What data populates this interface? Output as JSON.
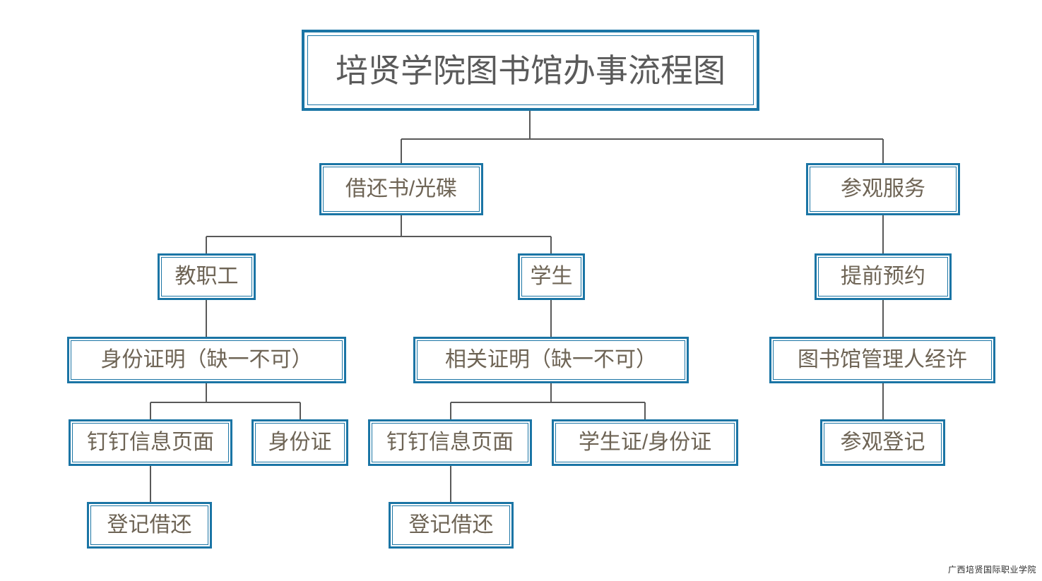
{
  "diagram": {
    "title": "培贤学院图书馆办事流程图",
    "watermark": "广西培贤国际职业学院",
    "colors": {
      "border": "#1b75a5",
      "connector": "#595959",
      "title_text": "#5a5a5a",
      "node_text": "#6e6455",
      "background": "#ffffff"
    },
    "nodes": {
      "root": "培贤学院图书馆办事流程图",
      "branch_lending": "借还书/光碟",
      "branch_visiting": "参观服务",
      "staff": "教职工",
      "student": "学生",
      "appointment": "提前预约",
      "staff_proof": "身份证明（缺一不可）",
      "student_proof": "相关证明（缺一不可）",
      "librarian_permission": "图书馆管理人经许",
      "staff_dingtalk": "钉钉信息页面",
      "staff_id_card": "身份证",
      "student_dingtalk": "钉钉信息页面",
      "student_id_card": "学生证/身份证",
      "visit_register": "参观登记",
      "staff_borrow_register": "登记借还",
      "student_borrow_register": "登记借还"
    }
  },
  "chart_data": {
    "type": "diagram",
    "title": "培贤学院图书馆办事流程图",
    "orientation": "top-down tree",
    "levels": [
      {
        "level": 1,
        "nodes": [
          "培贤学院图书馆办事流程图"
        ]
      },
      {
        "level": 2,
        "nodes": [
          "借还书/光碟",
          "参观服务"
        ]
      },
      {
        "level": 3,
        "nodes": [
          "教职工",
          "学生",
          "提前预约"
        ]
      },
      {
        "level": 4,
        "nodes": [
          "身份证明（缺一不可）",
          "相关证明（缺一不可）",
          "图书馆管理人经许"
        ]
      },
      {
        "level": 5,
        "nodes": [
          "钉钉信息页面",
          "身份证",
          "钉钉信息页面",
          "学生证/身份证",
          "参观登记"
        ]
      },
      {
        "level": 6,
        "nodes": [
          "登记借还",
          "登记借还"
        ]
      }
    ],
    "edges": [
      {
        "from": "培贤学院图书馆办事流程图",
        "to": "借还书/光碟"
      },
      {
        "from": "培贤学院图书馆办事流程图",
        "to": "参观服务"
      },
      {
        "from": "借还书/光碟",
        "to": "教职工"
      },
      {
        "from": "借还书/光碟",
        "to": "学生"
      },
      {
        "from": "参观服务",
        "to": "提前预约"
      },
      {
        "from": "教职工",
        "to": "身份证明（缺一不可）"
      },
      {
        "from": "学生",
        "to": "相关证明（缺一不可）"
      },
      {
        "from": "提前预约",
        "to": "图书馆管理人经许"
      },
      {
        "from": "身份证明（缺一不可）",
        "to": "钉钉信息页面"
      },
      {
        "from": "身份证明（缺一不可）",
        "to": "身份证"
      },
      {
        "from": "相关证明（缺一不可）",
        "to": "钉钉信息页面"
      },
      {
        "from": "相关证明（缺一不可）",
        "to": "学生证/身份证"
      },
      {
        "from": "图书馆管理人经许",
        "to": "参观登记"
      },
      {
        "from": "钉钉信息页面",
        "to": "登记借还"
      }
    ]
  }
}
